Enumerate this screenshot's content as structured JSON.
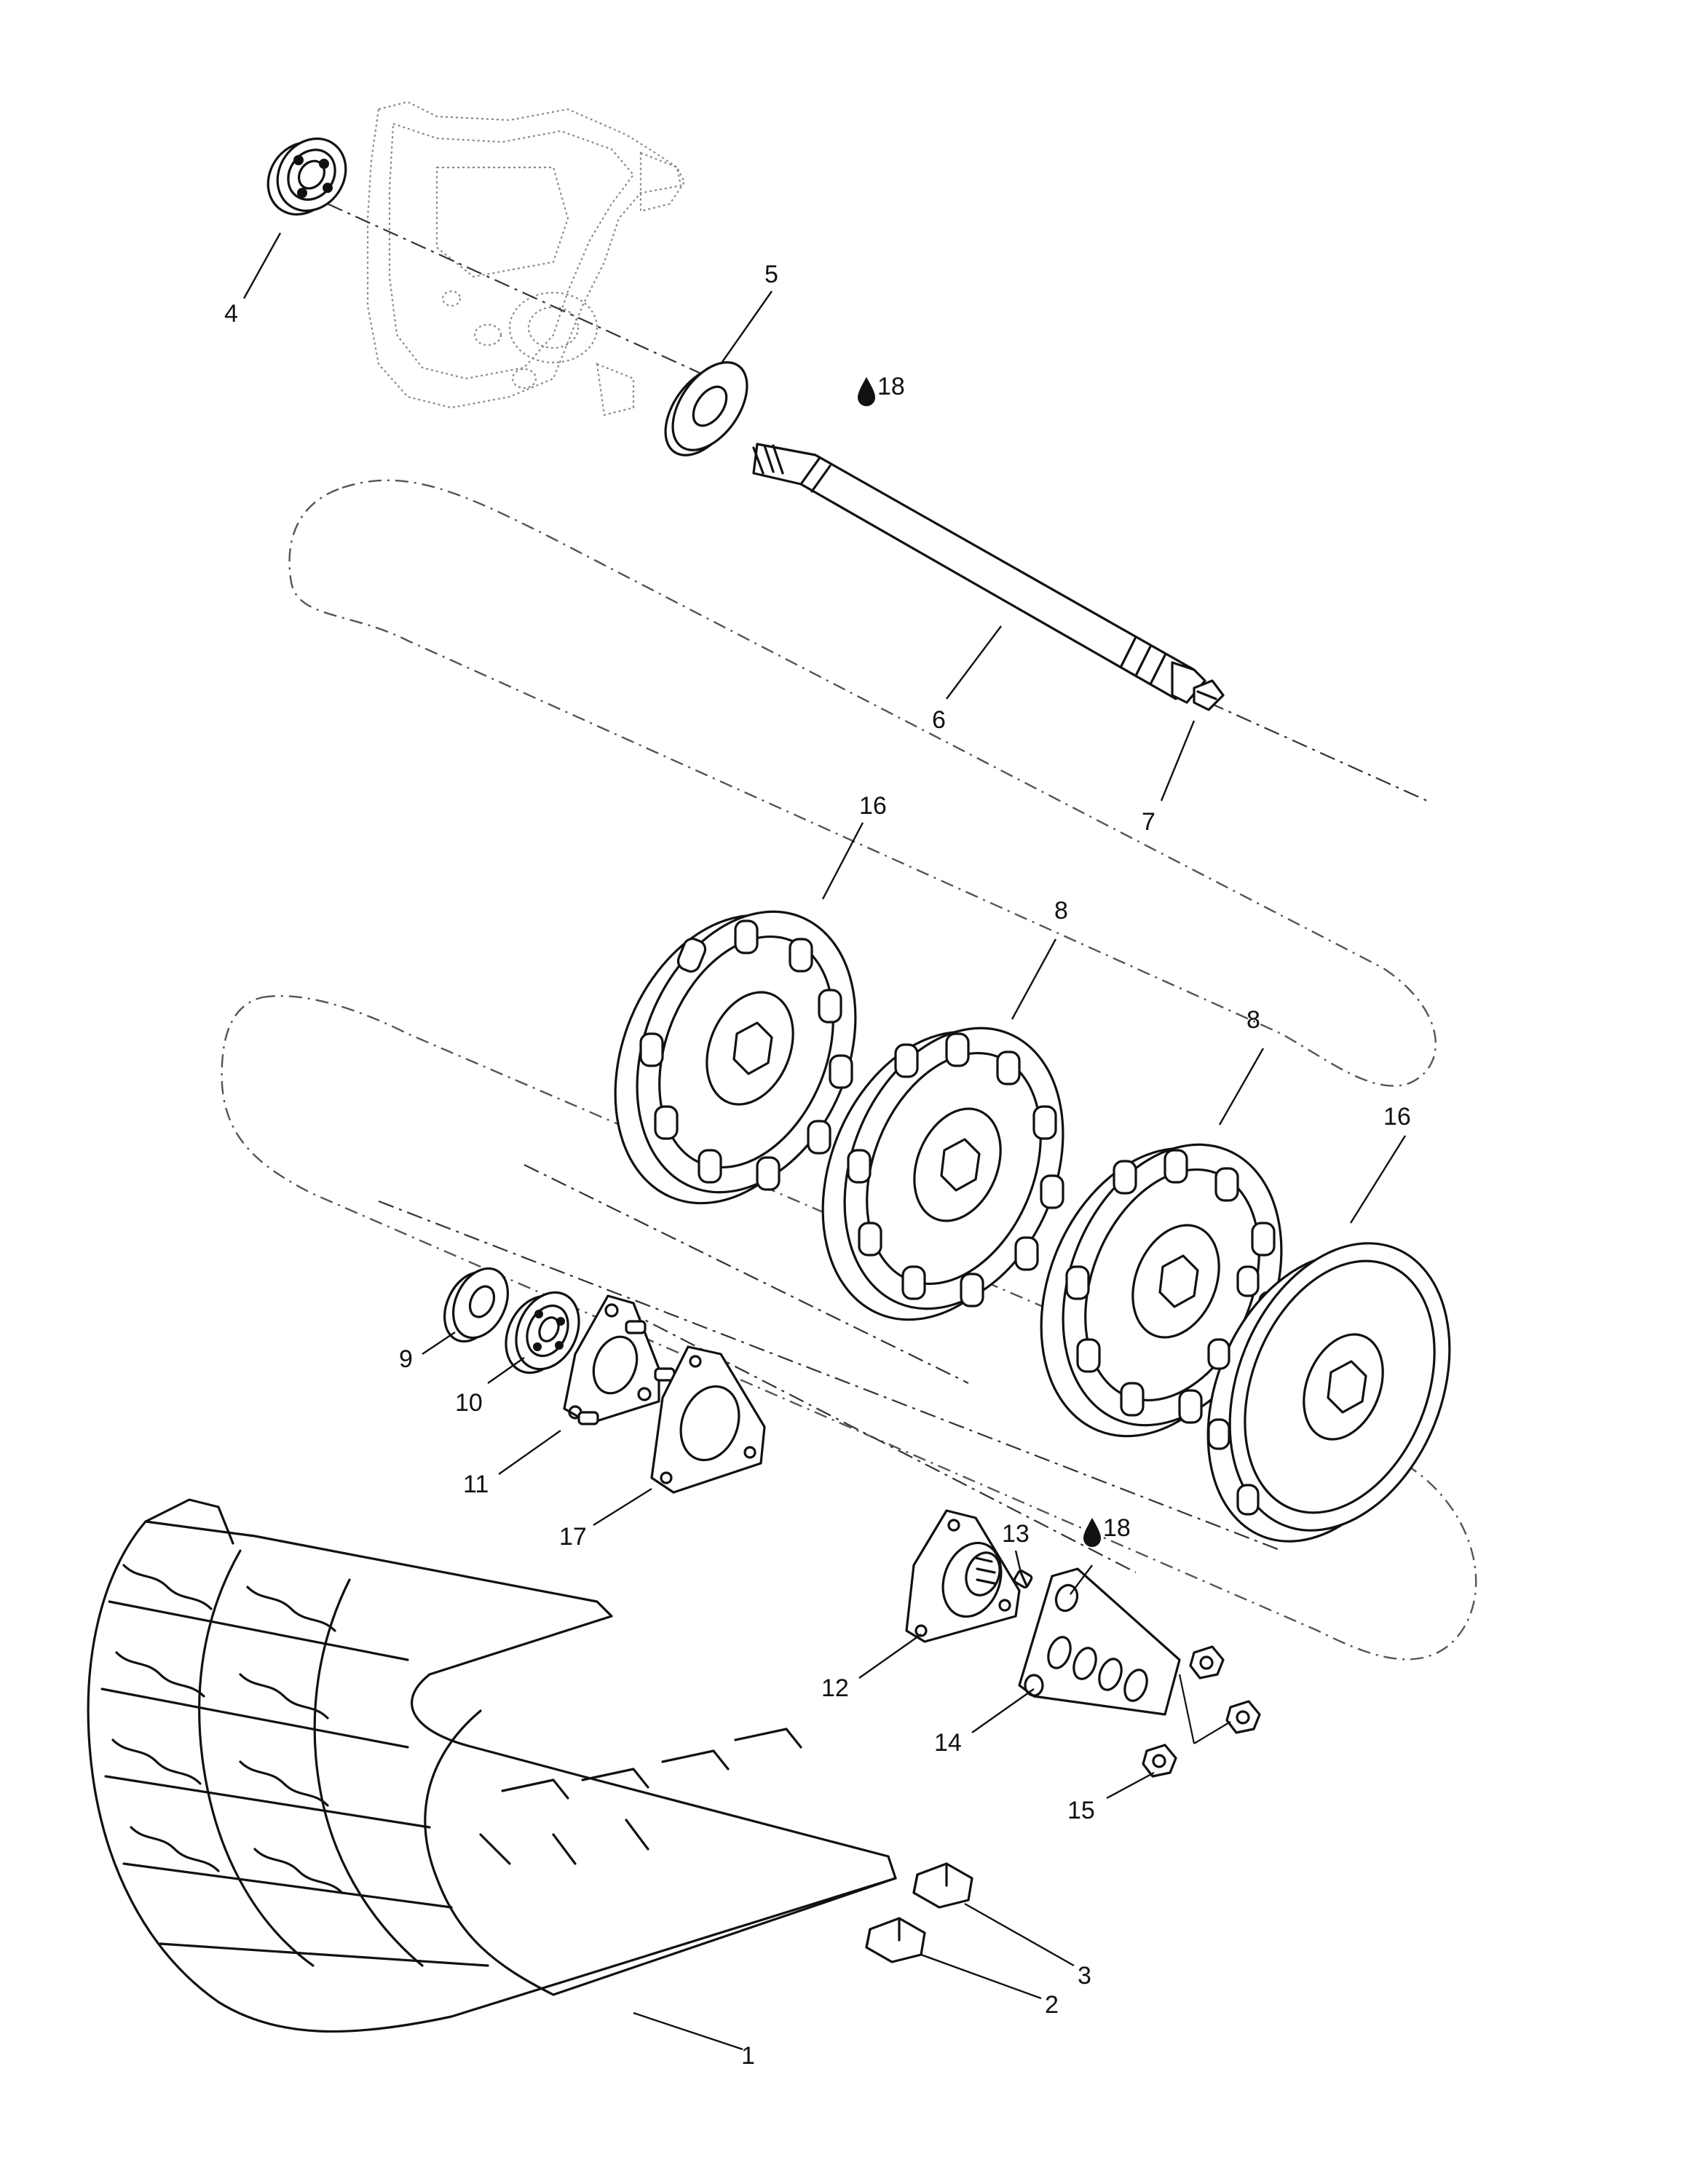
{
  "callouts": [
    {
      "id": "c1",
      "text": "1"
    },
    {
      "id": "c2",
      "text": "2"
    },
    {
      "id": "c3",
      "text": "3"
    },
    {
      "id": "c4",
      "text": "4"
    },
    {
      "id": "c5",
      "text": "5"
    },
    {
      "id": "c6",
      "text": "6"
    },
    {
      "id": "c7",
      "text": "7"
    },
    {
      "id": "c8a",
      "text": "8"
    },
    {
      "id": "c8b",
      "text": "8"
    },
    {
      "id": "c9",
      "text": "9"
    },
    {
      "id": "c10",
      "text": "10"
    },
    {
      "id": "c11",
      "text": "11"
    },
    {
      "id": "c12",
      "text": "12"
    },
    {
      "id": "c13",
      "text": "13"
    },
    {
      "id": "c14",
      "text": "14"
    },
    {
      "id": "c15",
      "text": "15"
    },
    {
      "id": "c16a",
      "text": "16"
    },
    {
      "id": "c16b",
      "text": "16"
    },
    {
      "id": "c17",
      "text": "17"
    },
    {
      "id": "c18a",
      "text": "18"
    },
    {
      "id": "c18b",
      "text": "18"
    }
  ],
  "icons": {
    "lubricant": "oil-drop-icon"
  }
}
